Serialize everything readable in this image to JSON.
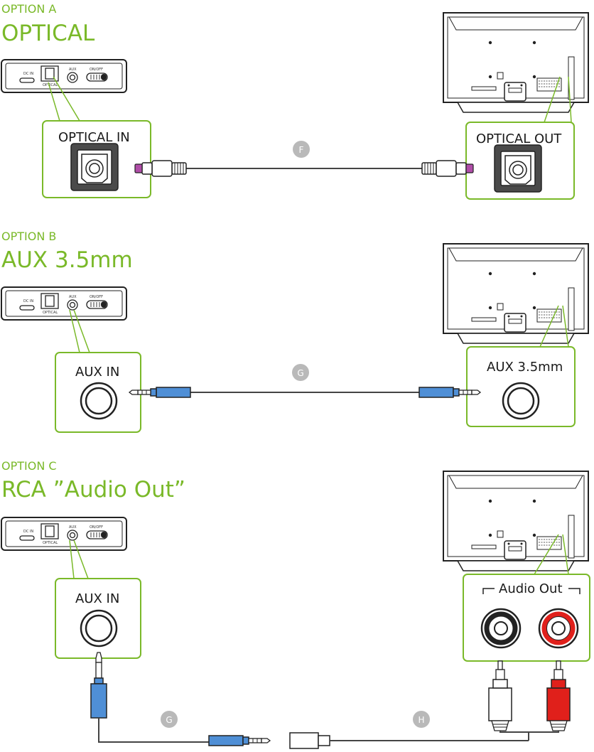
{
  "colors": {
    "accent_green": "#7ab929",
    "cable_blue": "#4f8fd6",
    "connector_purple": "#b04da8",
    "rca_red": "#e0201b",
    "badge_gray": "#b9b9b9"
  },
  "device": {
    "dc_in": "DC IN",
    "optical": "OPTICAL",
    "aux": "AUX",
    "on_off": "ON/OFF"
  },
  "options": [
    {
      "label": "OPTION A",
      "title": "OPTICAL",
      "left_box": "OPTICAL IN",
      "right_box": "OPTICAL OUT",
      "cable": "F"
    },
    {
      "label": "OPTION B",
      "title": "AUX 3.5mm",
      "left_box": "AUX IN",
      "right_box": "AUX 3.5mm",
      "cable": "G"
    },
    {
      "label": "OPTION C",
      "title": "RCA  ”Audio Out”",
      "left_box": "AUX IN",
      "right_box": "Audio Out",
      "cable_left": "G",
      "cable_right": "H"
    }
  ]
}
